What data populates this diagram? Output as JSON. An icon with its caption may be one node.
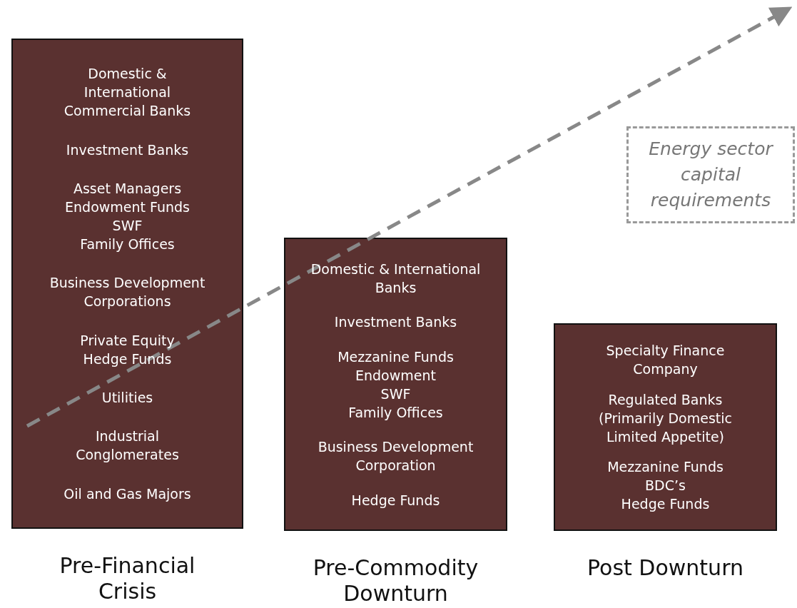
{
  "diagram": {
    "nodes": [
      {
        "text": [
          "Domestic & International Commercial Banks",
          "Investment Banks",
          "Asset Managers",
          "Endowment Funds",
          "SWF",
          "Family Offices",
          "Business Development Corporations",
          "Private Equity",
          "Hedge Funds",
          "Utilities",
          "Industrial Conglomerates",
          "Oil and Gas Majors"
        ],
        "beside": [
          "Pre-Financial Crisis"
        ]
      },
      {
        "text": [
          "Domestic & International  Banks",
          "Investment Banks",
          "Mezzanine Funds",
          "Endowment",
          "SWF",
          "Family Offices",
          "Business Development Corporation",
          "Hedge Funds"
        ],
        "beside": [
          "Pre-Commodity Downturn"
        ]
      },
      {
        "text": [
          "Specialty Finance Company",
          "Regulated Banks (Primarily Domestic Limited Appetite)",
          "Mezzanine Funds",
          "BDC’s",
          "Hedge Funds"
        ],
        "beside": [
          "Post Downturn"
        ]
      },
      {
        "text": [
          "Energy sector capital requirements"
        ]
      }
    ]
  }
}
